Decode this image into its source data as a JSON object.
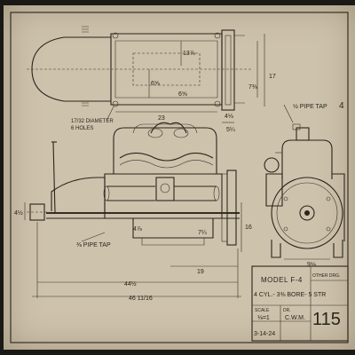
{
  "labels": {
    "pipe_tap_top": "½ PIPE TAP",
    "pipe_tap_bottom": "⅜ PIPE TAP",
    "diameter_note_line1": "17/32 DIAMETER",
    "diameter_note_line2": "6 HOLES",
    "handwritten_mark": "4"
  },
  "dimensions": {
    "d_13_7_8": "13⅞",
    "d_17": "17",
    "d_7_3_8": "7⅜",
    "d_6_5_8_top": "6⅝",
    "d_6_5_8_mid": "6⅝",
    "d_23": "23",
    "d_4_1_8": "4⅛",
    "d_5_1_4": "5¼",
    "d_4_1_2_left": "4½",
    "d_4_7_8": "4⅞",
    "d_7_1_4": "7¼",
    "d_16": "16",
    "d_19": "19",
    "d_44_1_2": "44½",
    "d_46_11_16": "46 11/16",
    "d_9_1_8": "9⅛"
  },
  "title_block": {
    "model": "MODEL F-4",
    "spec": "4 CYL.- 3⅜ BORE- 5 STR",
    "scale_label": "SCALE",
    "scale_value": "⅛=1",
    "drawn_label": "DR.",
    "drawn_by": "C.W.M.",
    "date": "3-14-24",
    "drawing_number": "115",
    "top_right_text": "OTHER DRG."
  },
  "colors": {
    "paper": "#cdc2ac",
    "ink": "#2a241c",
    "background": "#1b1915"
  }
}
